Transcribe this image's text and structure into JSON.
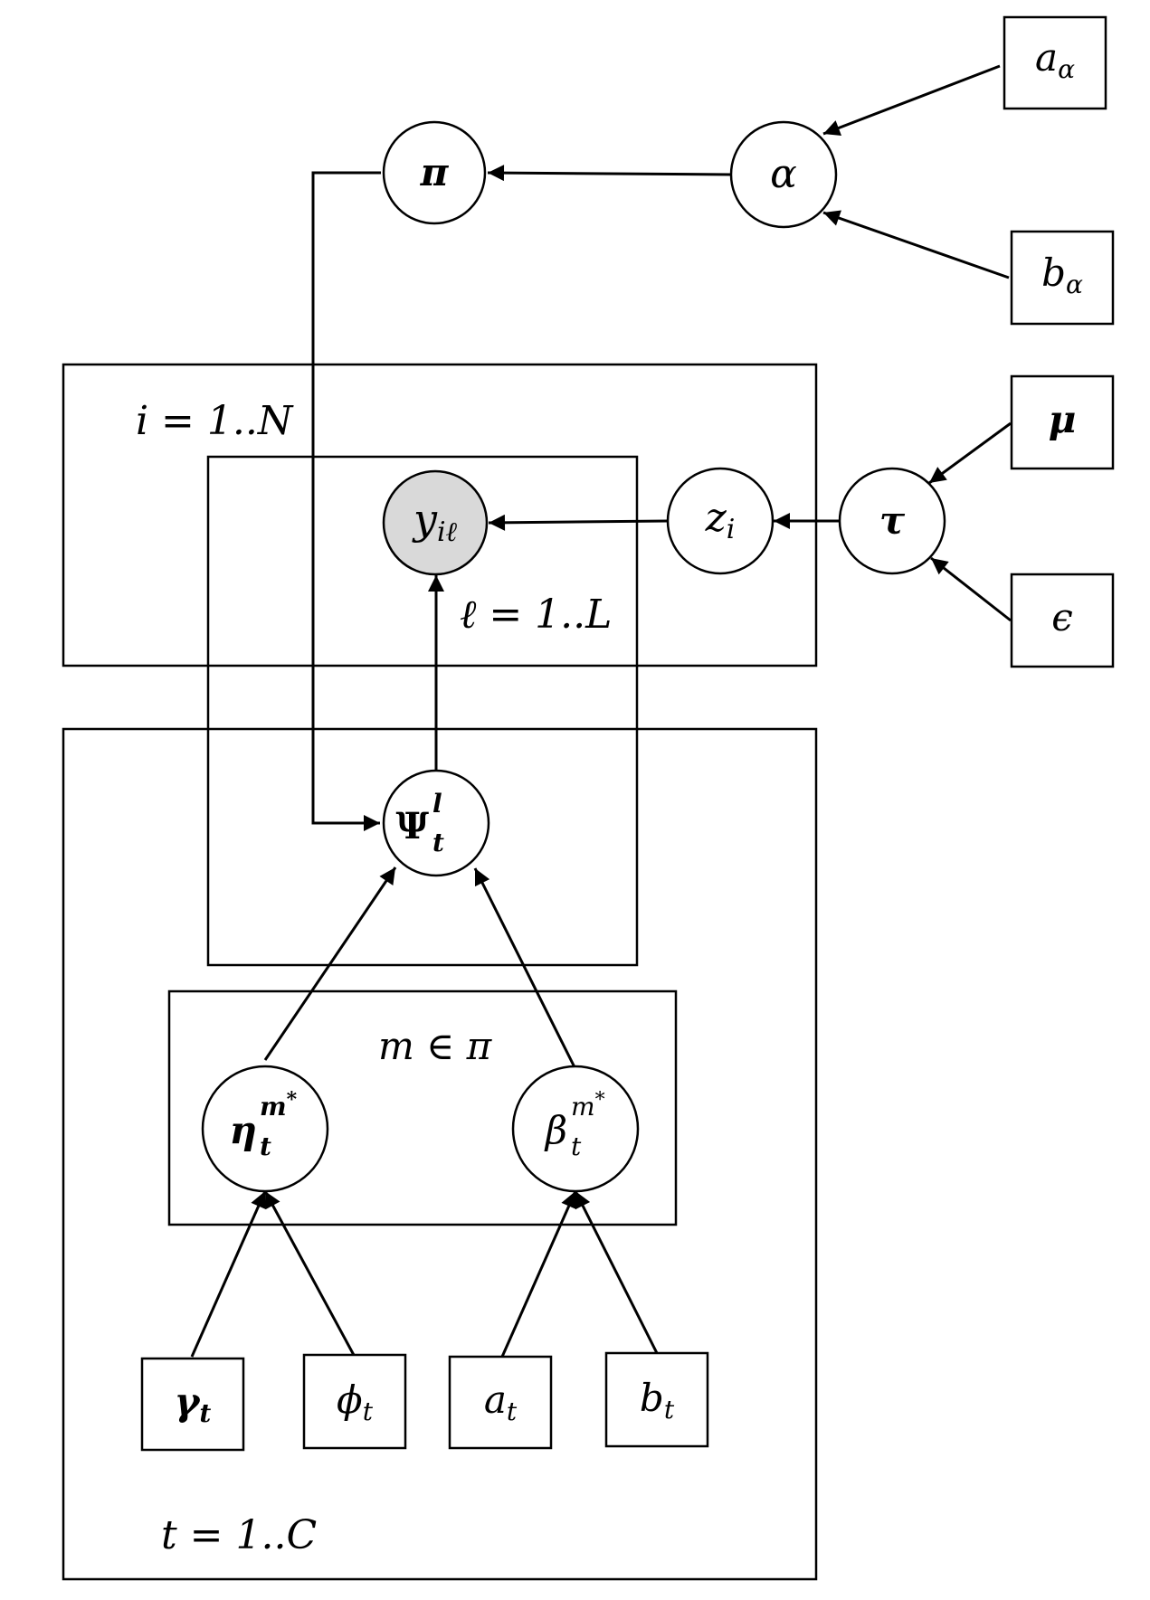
{
  "plates": {
    "i": "i = 1..N",
    "l": "ℓ = 1..L",
    "t": "t = 1..C",
    "m": "m ∈ π"
  },
  "nodes": {
    "pi": "π",
    "alpha": "α",
    "y": {
      "base": "y",
      "sub": "iℓ"
    },
    "z": {
      "base": "z",
      "sub": "i"
    },
    "tau": "τ",
    "psi": {
      "base": "Ψ",
      "sup": "l",
      "sub": "t"
    },
    "eta": {
      "base": "η",
      "sup": "m",
      "star": "*",
      "sub": "t"
    },
    "beta": {
      "base": "β",
      "sup": "m",
      "star": "*",
      "sub": "t"
    }
  },
  "boxes": {
    "a_alpha": {
      "base": "a",
      "sub": "α"
    },
    "b_alpha": {
      "base": "b",
      "sub": "α"
    },
    "mu": "μ",
    "epsilon": "ϵ",
    "gamma": {
      "base": "γ",
      "sub": "t"
    },
    "phi": {
      "base": "ϕ",
      "sub": "t"
    },
    "a_t": {
      "base": "a",
      "sub": "t"
    },
    "b_t": {
      "base": "b",
      "sub": "t"
    }
  },
  "colors": {
    "stroke": "#000000",
    "observed_fill": "#d9d9d9",
    "background": "#ffffff"
  }
}
